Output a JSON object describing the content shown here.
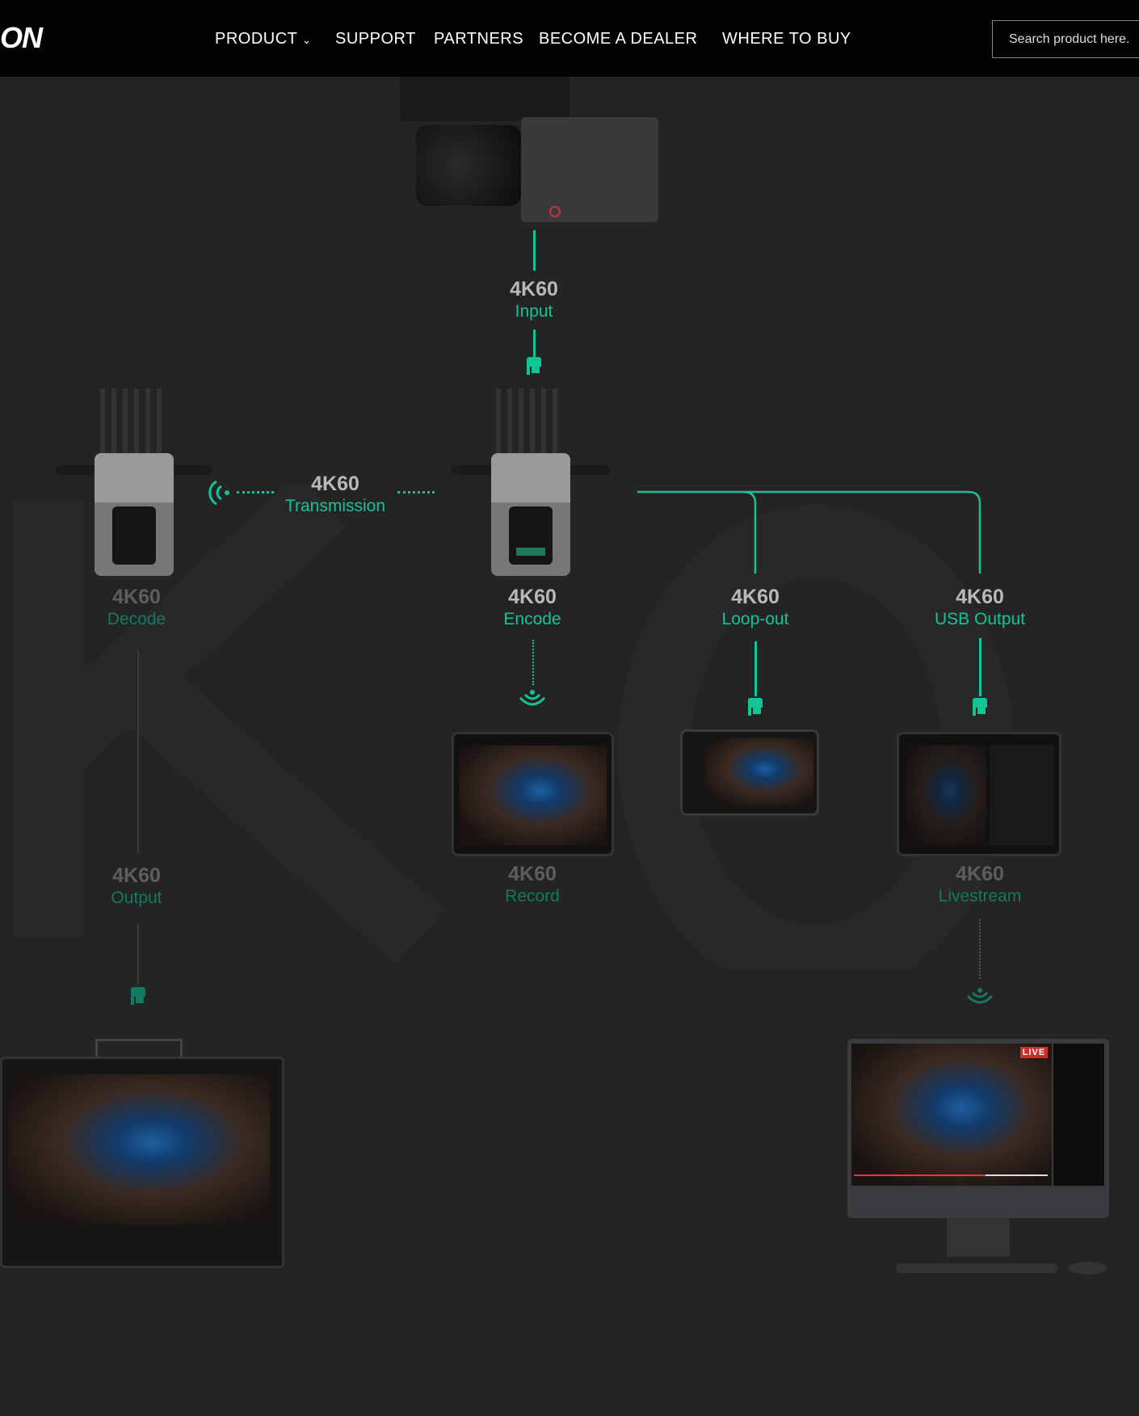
{
  "nav": {
    "logo": "ON",
    "items": [
      "PRODUCT",
      "SUPPORT",
      "PARTNERS",
      "BECOME A DEALER",
      "WHERE TO BUY"
    ],
    "search_placeholder": "Search product here."
  },
  "input": {
    "value": "4K60",
    "label": "Input"
  },
  "transmission": {
    "value": "4K60",
    "label": "Transmission"
  },
  "decode": {
    "value": "4K60",
    "label": "Decode"
  },
  "encode": {
    "value": "4K60",
    "label": "Encode"
  },
  "loopout": {
    "value": "4K60",
    "label": "Loop-out"
  },
  "usbout": {
    "value": "4K60",
    "label": "USB Output"
  },
  "record": {
    "value": "4K60",
    "label": "Record"
  },
  "livestream": {
    "value": "4K60",
    "label": "Livestream"
  },
  "output": {
    "value": "4K60",
    "label": "Output"
  },
  "live_badge": "LIVE",
  "colors": {
    "accent": "#13c496",
    "bg": "#242424"
  }
}
